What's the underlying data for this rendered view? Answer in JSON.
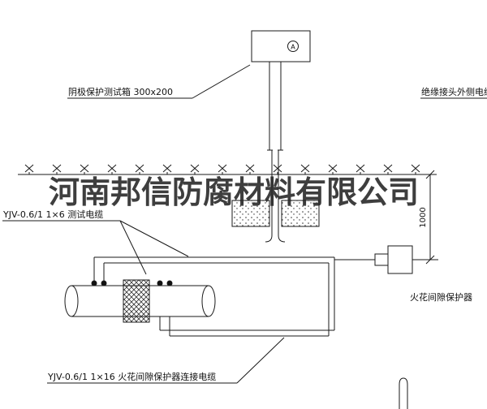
{
  "drawing": {
    "watermark": "河南邦信防腐材料有限公司",
    "labels": {
      "test_box": "阴极保护测试箱 300x200",
      "insulated_joint_cable": "绝缘接头外侧电缆",
      "test_cable": "YJV-0.6/1 1×6  测试电缆",
      "protector_cable": "YJV-0.6/1 1×16  火花间隙保护器连接电缆",
      "spark_gap_protector": "火花间隙保护器",
      "dimension_1000": "1000",
      "box_marker": "A"
    },
    "colors": {
      "line": "#1a1a1a",
      "watermark": "#232323",
      "background": "#ffffff"
    }
  }
}
